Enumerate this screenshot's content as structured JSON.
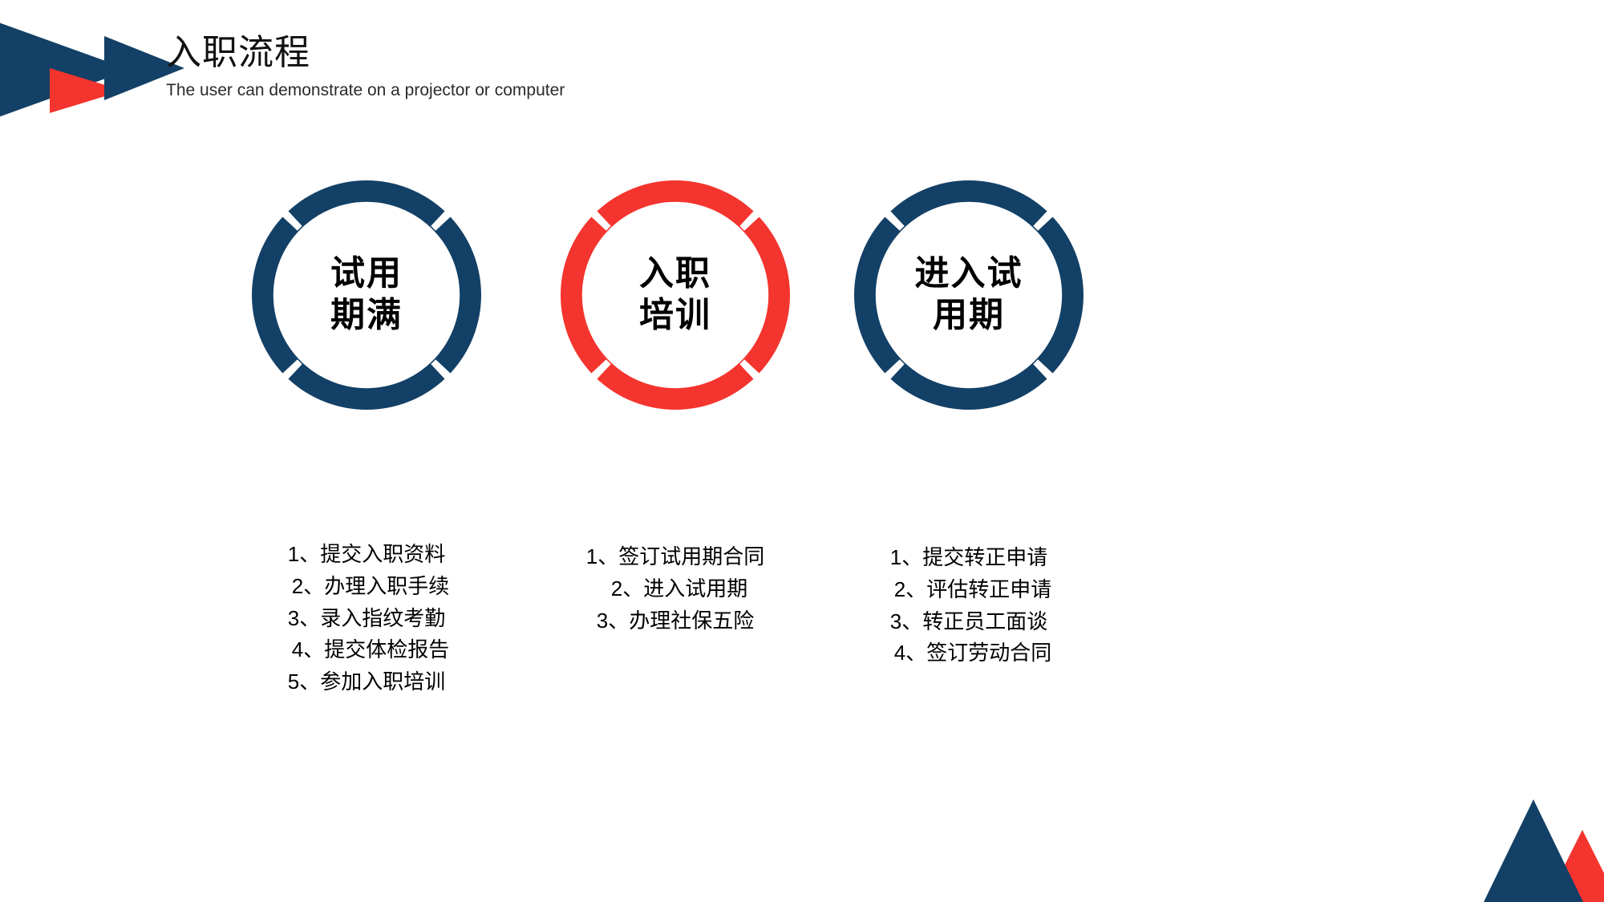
{
  "slide": {
    "title": "入职流程",
    "subtitle": "The user can demonstrate on a projector or computer",
    "background": "#ffffff"
  },
  "colors": {
    "navy": "#134066",
    "red": "#F4342E",
    "text": "#000000"
  },
  "decorations": {
    "top_left": {
      "name": "arrow-triangles",
      "shapes": [
        "big-navy-triangle",
        "red-triangle",
        "small-navy-triangle"
      ]
    },
    "bottom_right": {
      "name": "mountain-triangles",
      "shapes": [
        "navy-triangle",
        "red-triangle"
      ]
    }
  },
  "steps": [
    {
      "id": "step-1",
      "ring_color": "#134066",
      "label_lines": [
        "试用",
        "期满"
      ],
      "label_text": "试用期满",
      "items": [
        "1、提交入职资料",
        "2、办理入职手续",
        "3、录入指纹考勤",
        "4、提交体检报告",
        "5、参加入职培训"
      ]
    },
    {
      "id": "step-2",
      "ring_color": "#F4342E",
      "label_lines": [
        "入职",
        "培训"
      ],
      "label_text": "入职培训",
      "items": [
        "1、签订试用期合同",
        "2、进入试用期",
        "3、办理社保五险"
      ]
    },
    {
      "id": "step-3",
      "ring_color": "#134066",
      "label_lines": [
        "进入试",
        "用期"
      ],
      "label_text": "进入试用期",
      "items": [
        "1、提交转正申请",
        "2、评估转正申请",
        "3、转正员工面谈",
        "4、签订劳动合同"
      ]
    }
  ]
}
